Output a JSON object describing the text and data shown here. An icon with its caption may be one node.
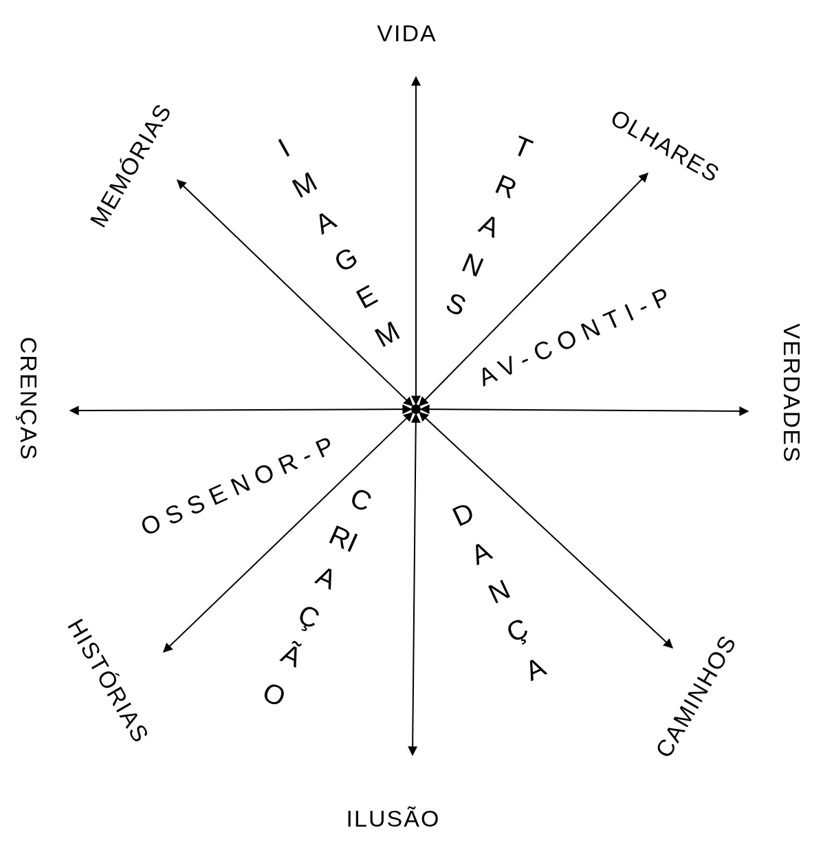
{
  "diagram": {
    "nodes": [
      {
        "text": [
          "VIDA"
        ]
      },
      {
        "text": [
          "MEMÓRIAS"
        ]
      },
      {
        "text": [
          "OLHARES"
        ]
      },
      {
        "text": [
          "CRENÇAS"
        ]
      },
      {
        "text": [],
        "shape": "circle"
      },
      {
        "text": [
          "VERDADES"
        ]
      },
      {
        "text": [
          "HISTÓRIAS"
        ]
      },
      {
        "text": [
          "CAMINHOS"
        ]
      },
      {
        "text": [
          "ILUSÃO"
        ]
      }
    ],
    "edges": [
      {
        "from": 4,
        "to": 0,
        "arrow": "both"
      },
      {
        "from": 4,
        "to": 2,
        "arrow": "both"
      },
      {
        "from": 4,
        "to": 5,
        "arrow": "both"
      },
      {
        "from": 4,
        "to": 7,
        "arrow": "both"
      },
      {
        "from": 4,
        "to": 8,
        "arrow": "both"
      },
      {
        "from": 4,
        "to": 6,
        "arrow": "both"
      },
      {
        "from": 4,
        "to": 3,
        "arrow": "both"
      },
      {
        "from": 4,
        "to": 1,
        "arrow": "both"
      }
    ],
    "labels": [
      "IMAGEM",
      "TRANS",
      "AV-CONTI-P",
      "OSSENOR-P",
      "CRIAÇÃO",
      "DANÇA"
    ]
  }
}
